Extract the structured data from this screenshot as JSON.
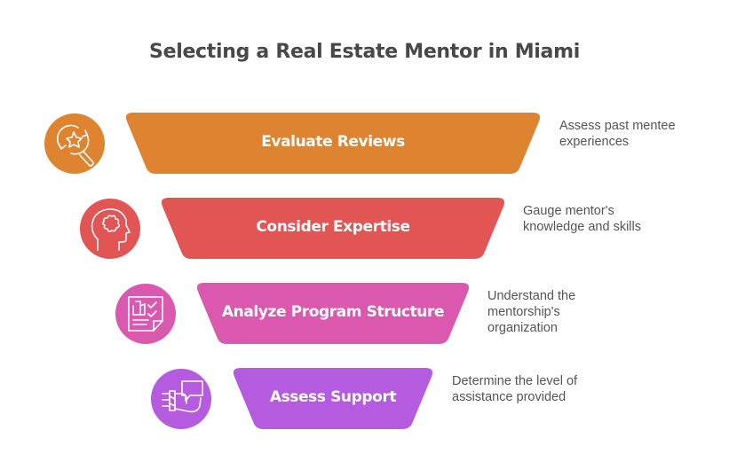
{
  "title": "Selecting a Real Estate Mentor in Miami",
  "colors": {
    "step1": "#DE8431",
    "step2": "#E25555",
    "step3": "#DA58AE",
    "step4": "#B45BE0",
    "title_text": "#484848",
    "desc_text": "#555555"
  },
  "steps": [
    {
      "label": "Evaluate Reviews",
      "description_lines": [
        "Assess past mentee",
        "experiences"
      ],
      "icon": "magnifier-star-icon"
    },
    {
      "label": "Consider Expertise",
      "description_lines": [
        "Gauge mentor's",
        "knowledge and skills"
      ],
      "icon": "head-puzzle-icon"
    },
    {
      "label": "Analyze Program Structure",
      "description_lines": [
        "Understand the",
        "mentorship's",
        "organization"
      ],
      "icon": "checklist-document-icon"
    },
    {
      "label": "Assess Support",
      "description_lines": [
        "Determine the level of",
        "assistance provided"
      ],
      "icon": "hand-speech-bubble-icon"
    }
  ]
}
